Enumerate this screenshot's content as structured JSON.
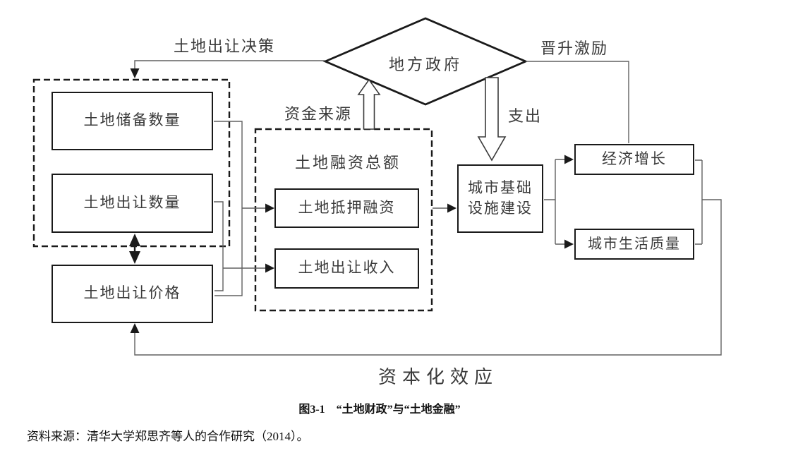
{
  "figure": {
    "diamond_label": "地方政府",
    "boxes": {
      "land_reserve": "土地储备数量",
      "land_sale_quantity": "土地出让数量",
      "land_price": "土地出让价格",
      "financing_total_title": "土地融资总额",
      "land_mortgage": "土地抵押融资",
      "land_sale_revenue": "土地出让收入",
      "infrastructure": "城市基础设施建设",
      "economic_growth": "经济增长",
      "life_quality": "城市生活质量"
    },
    "edge_labels": {
      "land_sale_decision": "土地出让决策",
      "promotion_incentive": "晋升激励",
      "funding_source": "资金来源",
      "expenditure": "支出",
      "capitalization_effect": "资本化效应"
    },
    "caption": "图3-1　“土地财政”与“土地金融”",
    "source_note": "资料来源：清华大学郑思齐等人的合作研究（2014）。",
    "colors": {
      "line": "#606060",
      "border": "#1a1a1a",
      "text": "#3a3a3a",
      "background": "#ffffff"
    }
  }
}
